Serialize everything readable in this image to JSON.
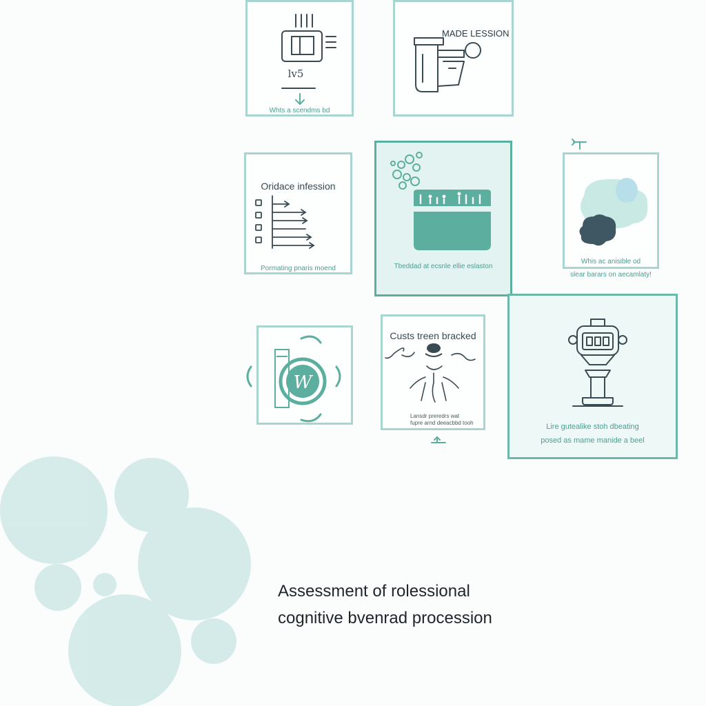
{
  "cards": {
    "c1": {
      "caption": "Whts a scendms bd",
      "mark": "lv5"
    },
    "c2": {
      "heading": "MADE LESSION"
    },
    "c3": {
      "heading": "Oridace infession",
      "caption": "Pormating pnaris moend"
    },
    "c4": {
      "caption": "Tbeddad at ecsnle ellie eslaston"
    },
    "c5": {
      "caption_line1": "Whis ac anisible od",
      "caption_line2": "slear barars on aecamlaty!"
    },
    "c6": {
      "badge": "W"
    },
    "c7": {
      "heading": "Custs treen bracked",
      "caption_line1": "Lansdr preredrs wat",
      "caption_line2": "fupre arnd deeacbbd tooh"
    },
    "c8": {
      "caption_line1": "Lire gutealike stoh dbeating",
      "caption_line2": "posed as mame manide a beel"
    }
  },
  "footer": {
    "line1": "Assessment of rolessional",
    "line2": "cognitive bvenrad procession"
  },
  "colors": {
    "teal": "#5cae9e",
    "teal_light": "#a9d5d1",
    "ink": "#3a4a52",
    "bubble": "#cfe9e6"
  }
}
